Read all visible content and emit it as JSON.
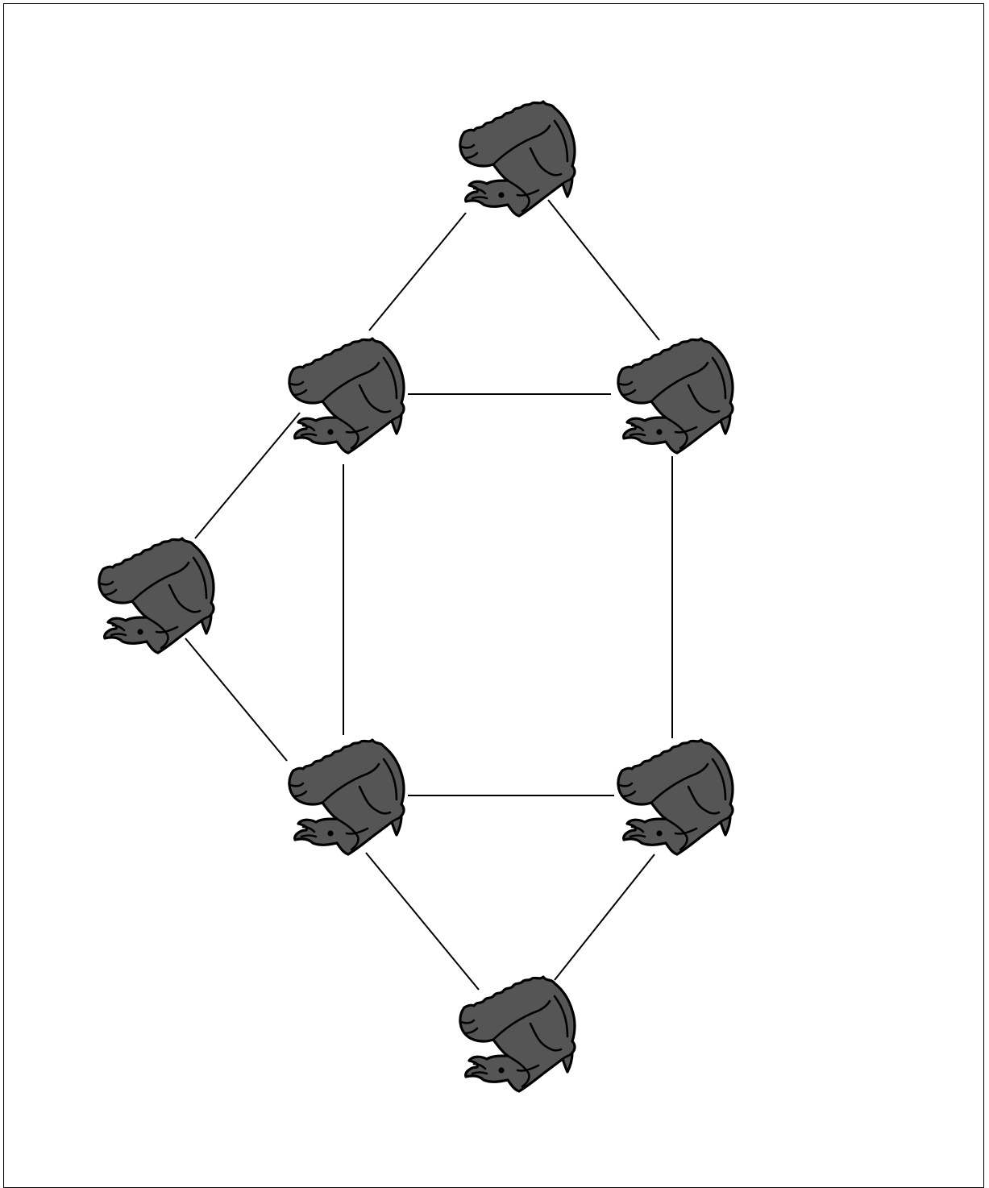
{
  "diagram": {
    "type": "graph",
    "node_icon": "squirrel-icon",
    "node_fill": "#555555",
    "node_outline": "#000000",
    "edge_color": "#000000",
    "background": "#ffffff",
    "nodes": [
      "top",
      "upper-left",
      "upper-right",
      "left",
      "lower-left",
      "lower-right",
      "bottom"
    ],
    "edges": [
      [
        "top",
        "upper-left"
      ],
      [
        "top",
        "upper-right"
      ],
      [
        "upper-left",
        "upper-right"
      ],
      [
        "upper-left",
        "left"
      ],
      [
        "upper-left",
        "lower-left"
      ],
      [
        "upper-right",
        "lower-right"
      ],
      [
        "left",
        "lower-left"
      ],
      [
        "lower-left",
        "lower-right"
      ],
      [
        "lower-left",
        "bottom"
      ],
      [
        "lower-right",
        "bottom"
      ]
    ]
  }
}
